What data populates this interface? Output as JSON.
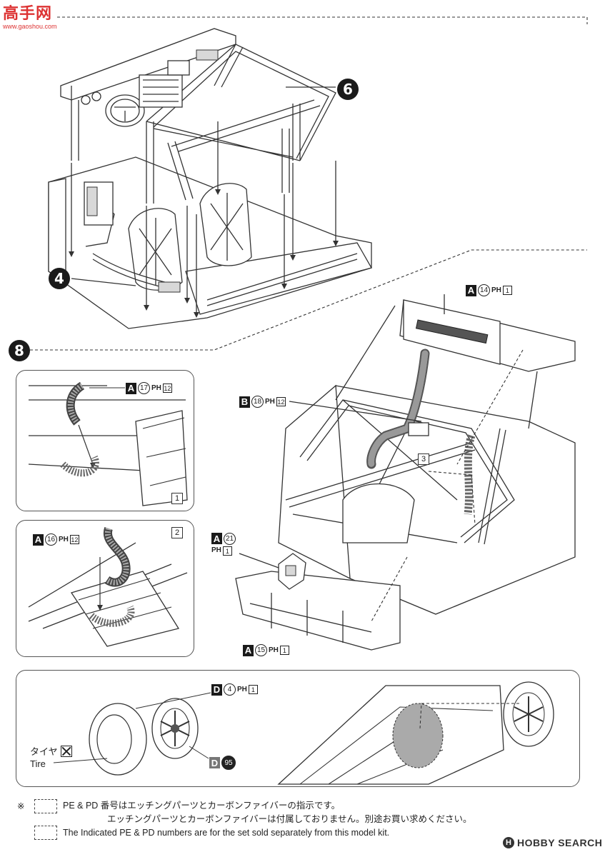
{
  "watermark": {
    "cn": "高手网",
    "url": "www.gaoshou.com"
  },
  "steps": {
    "step6": {
      "number": "6"
    },
    "step4": {
      "number": "4"
    },
    "step8": {
      "number": "8"
    }
  },
  "parts": {
    "a14": {
      "letter": "A",
      "num": "14",
      "ph": "PH",
      "phn": "1"
    },
    "b18": {
      "letter": "B",
      "num": "18",
      "ph": "PH",
      "phn": "12"
    },
    "a17": {
      "letter": "A",
      "num": "17",
      "ph": "PH",
      "phn": "12"
    },
    "a16": {
      "letter": "A",
      "num": "16",
      "ph": "PH",
      "phn": "12"
    },
    "a21": {
      "letter": "A",
      "num": "21",
      "ph": "PH",
      "phn": "1"
    },
    "a15": {
      "letter": "A",
      "num": "15",
      "ph": "PH",
      "phn": "1"
    },
    "d4": {
      "letter": "D",
      "num": "4",
      "ph": "PH",
      "phn": "1"
    },
    "d95": {
      "letter": "D",
      "num": "95"
    }
  },
  "detail_refs": {
    "ref1": "1",
    "ref2": "2",
    "ref3": "3"
  },
  "tire": {
    "jp": "タイヤ",
    "en": "Tire"
  },
  "footer": {
    "mark": "※",
    "line1": "PE & PD 番号はエッチングパーツとカーボンファイバーの指示です。",
    "line2": "エッチングパーツとカーボンファイバーは付属しておりません。別途お買い求めください。",
    "line3": "The Indicated PE & PD numbers are for the set sold separately from this model kit."
  },
  "brand": {
    "logo": "H",
    "text": "HOBBY SEARCH"
  }
}
